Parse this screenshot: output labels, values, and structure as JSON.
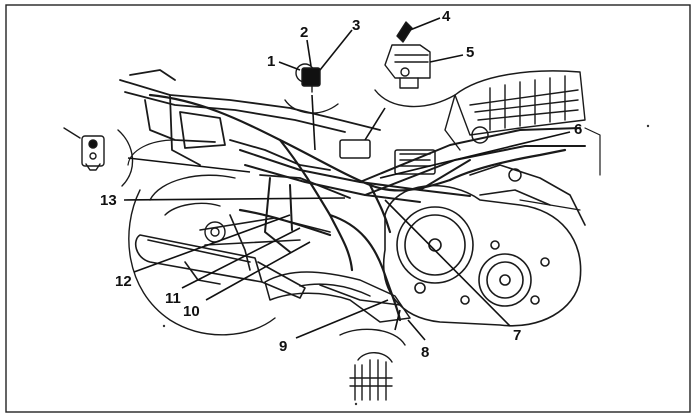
{
  "diagram": {
    "colors": {
      "ink": "#1a1a1a",
      "paper": "#ffffff"
    },
    "callouts": [
      "1",
      "2",
      "3",
      "4",
      "5",
      "6",
      "7",
      "8",
      "9",
      "10",
      "11",
      "12",
      "13"
    ]
  }
}
